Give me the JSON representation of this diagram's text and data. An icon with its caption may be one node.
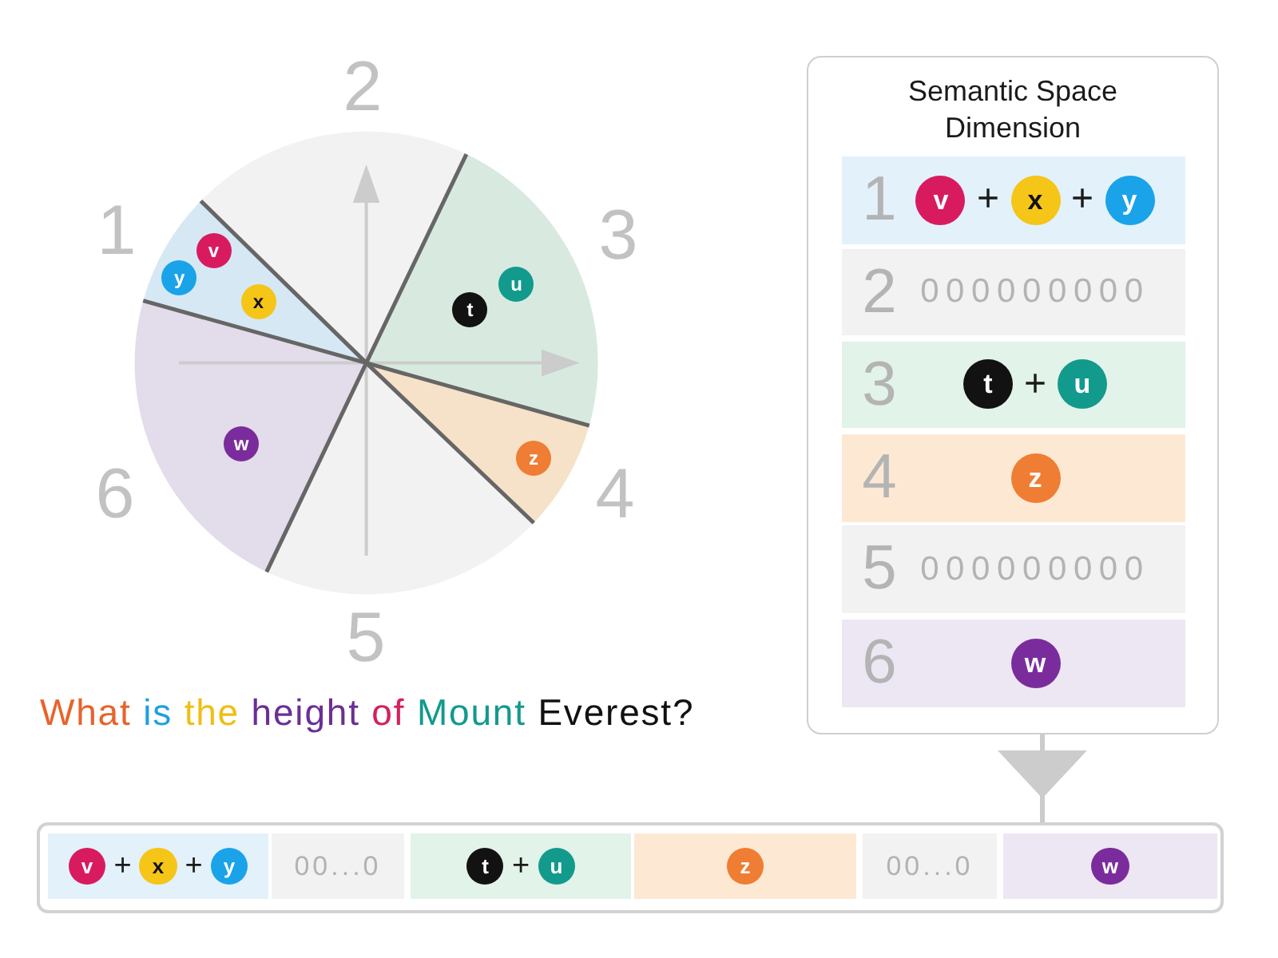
{
  "diagram": {
    "nodes": [
      {
        "text": [
          "1"
        ]
      },
      {
        "text": [
          "v"
        ],
        "in": 0
      },
      {
        "text": [
          "y"
        ],
        "in": 0
      },
      {
        "text": [
          "x"
        ],
        "in": 0
      },
      {
        "text": [
          "2"
        ]
      },
      {
        "text": [
          "3"
        ]
      },
      {
        "text": [
          "u"
        ],
        "in": 5
      },
      {
        "text": [
          "t"
        ],
        "in": 5
      },
      {
        "text": [
          "4"
        ]
      },
      {
        "text": [
          "z"
        ],
        "in": 8
      },
      {
        "text": [
          "5"
        ]
      },
      {
        "text": [
          "6"
        ]
      },
      {
        "text": [
          "w"
        ],
        "in": 11
      },
      {
        "text": [
          "Semantic Space Dimension"
        ]
      },
      {
        "text": [
          "1",
          "+",
          "+"
        ],
        "in": 13
      },
      {
        "text": [
          "v"
        ],
        "in": 14
      },
      {
        "text": [
          "x"
        ],
        "in": 14
      },
      {
        "text": [
          "y"
        ],
        "in": 14
      },
      {
        "text": [
          "2",
          "000000000"
        ],
        "in": 13
      },
      {
        "text": [
          "3",
          "+"
        ],
        "in": 13
      },
      {
        "text": [
          "t"
        ],
        "in": 19
      },
      {
        "text": [
          "u"
        ],
        "in": 19
      },
      {
        "text": [
          "4"
        ],
        "in": 13
      },
      {
        "text": [
          "z"
        ],
        "in": 22
      },
      {
        "text": [
          "5",
          "000000000"
        ],
        "in": 13
      },
      {
        "text": [
          "6"
        ],
        "in": 13
      },
      {
        "text": [
          "w"
        ],
        "in": 25
      },
      {
        "text": [],
        "shape": "box"
      },
      {
        "text": [
          "+",
          "+"
        ],
        "in": 27
      },
      {
        "text": [
          "v"
        ],
        "in": 28
      },
      {
        "text": [
          "x"
        ],
        "in": 28
      },
      {
        "text": [
          "y"
        ],
        "in": 28
      },
      {
        "text": [
          "00...0"
        ],
        "in": 27
      },
      {
        "text": [
          "+"
        ],
        "in": 27
      },
      {
        "text": [
          "t"
        ],
        "in": 33
      },
      {
        "text": [
          "u"
        ],
        "in": 33
      },
      {
        "text": [],
        "shape": "box",
        "in": 27
      },
      {
        "text": [
          "z"
        ],
        "in": 36
      },
      {
        "text": [
          "00...0"
        ],
        "in": 27
      },
      {
        "text": [],
        "shape": "box",
        "in": 27
      },
      {
        "text": [
          "w"
        ],
        "in": 39
      }
    ],
    "edges": [
      {
        "from": 13,
        "to": 27,
        "arrow": "to"
      }
    ],
    "labels": [
      "What is the height of Mount Everest?"
    ]
  }
}
